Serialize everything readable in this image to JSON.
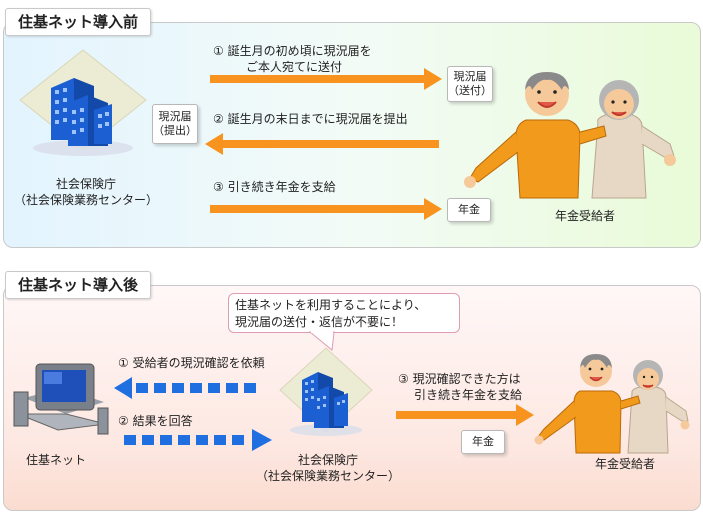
{
  "before": {
    "title": "住基ネット導入前",
    "agency": {
      "name": "社会保険庁",
      "sub": "（社会保険業務センター）"
    },
    "steps": [
      {
        "num": "①",
        "lines": [
          "誕生月の初め頃に現況届を",
          "ご本人宛てに送付"
        ]
      },
      {
        "num": "②",
        "lines": [
          "誕生月の末日までに現況届を提出"
        ]
      },
      {
        "num": "③",
        "lines": [
          "引き続き年金を支給"
        ]
      }
    ],
    "doc_sent": [
      "現況届",
      "（送付）"
    ],
    "doc_submitted": [
      "現況届",
      "（提出）"
    ],
    "pension_tag": "年金",
    "recipients": "年金受給者"
  },
  "after": {
    "title": "住基ネット導入後",
    "callout": [
      "住基ネットを利用することにより、",
      "現況届の送付・返信が不要に！"
    ],
    "steps": [
      {
        "num": "①",
        "lines": [
          "受給者の現況確認を依頼"
        ]
      },
      {
        "num": "②",
        "lines": [
          "結果を回答"
        ]
      },
      {
        "num": "③",
        "lines": [
          "現況確認できた方は",
          "引き続き年金を支給"
        ]
      }
    ],
    "network": "住基ネット",
    "agency": {
      "name": "社会保険庁",
      "sub": "（社会保険業務センター）"
    },
    "pension_tag": "年金",
    "recipients": "年金受給者"
  },
  "colors": {
    "arrow_orange": "#f7931e",
    "arrow_blue": "#1f6fe0",
    "building_blue": "#1b5fd3",
    "panel_before": "#e3f4ff",
    "panel_after": "#fde8e2",
    "callout_border": "#e09bb5"
  }
}
